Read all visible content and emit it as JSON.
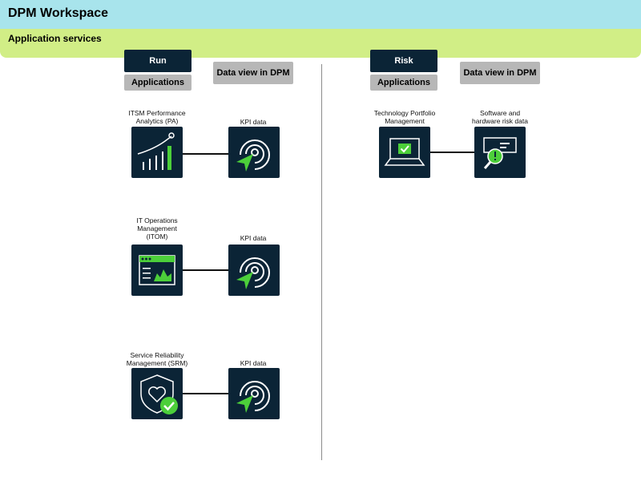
{
  "header": {
    "title": "DPM Workspace"
  },
  "band": {
    "title": "Application services"
  },
  "run": {
    "title": "Run",
    "applications_label": "Applications",
    "data_view_label": "Data view in DPM",
    "rows": [
      {
        "app_caption": [
          "ITSM Performance",
          "Analytics (PA)"
        ],
        "app_icon": "performance-chart-icon",
        "data_caption": [
          "KPI data"
        ],
        "data_icon": "radar-target-icon"
      },
      {
        "app_caption": [
          "IT Operations",
          "Management",
          "(ITOM)"
        ],
        "app_icon": "dashboard-window-icon",
        "data_caption": [
          "KPI data"
        ],
        "data_icon": "radar-target-icon"
      },
      {
        "app_caption": [
          "Service Reliability",
          "Management (SRM)"
        ],
        "app_icon": "shield-heart-icon",
        "data_caption": [
          "KPI data"
        ],
        "data_icon": "radar-target-icon"
      }
    ]
  },
  "risk": {
    "title": "Risk",
    "applications_label": "Applications",
    "data_view_label": "Data view in DPM",
    "rows": [
      {
        "app_caption": [
          "Technology Portfolio",
          "Management"
        ],
        "app_icon": "laptop-check-icon",
        "data_caption": [
          "Software and",
          "hardware risk data"
        ],
        "data_icon": "risk-magnifier-icon"
      }
    ]
  },
  "colors": {
    "header": "#a8e4ec",
    "band": "#d1ee86",
    "tile": "#0b2436",
    "accent": "#4ccf3a",
    "pill_gray": "#b7b7b7"
  }
}
